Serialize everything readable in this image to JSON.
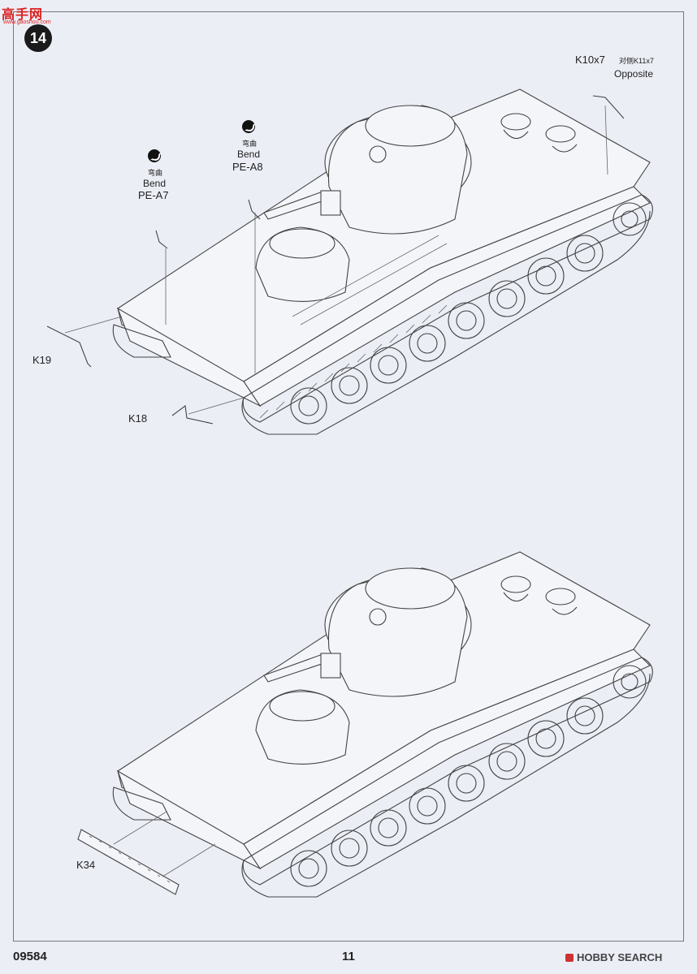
{
  "watermark": {
    "logo": "高手网",
    "url": "www.gaoshou.com"
  },
  "step_number": "14",
  "top_assembly": {
    "labels": {
      "pe_a7": {
        "cn": "弯曲",
        "en": "Bend",
        "part": "PE-A7"
      },
      "pe_a8": {
        "cn": "弯曲",
        "en": "Bend",
        "part": "PE-A8"
      },
      "k10": {
        "part": "K10x7",
        "cn_opposite": "对侧K11x7",
        "en_opposite": "Opposite"
      },
      "k19": "K19",
      "k18": "K18"
    }
  },
  "bottom_assembly": {
    "labels": {
      "k34": "K34"
    }
  },
  "footer": {
    "code": "09584",
    "page": "11",
    "brand": "HOBBY SEARCH"
  },
  "icons": {
    "bend": "bend-icon",
    "brand": "hobbysearch-logo-icon"
  }
}
